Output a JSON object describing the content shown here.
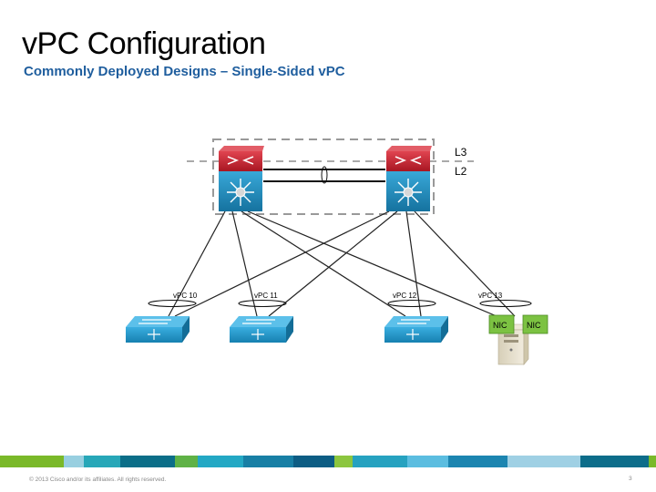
{
  "slide": {
    "title": "vPC Configuration",
    "subtitle": "Commonly Deployed Designs – Single-Sided vPC",
    "copyright": "© 2013 Cisco and/or its affiliates. All rights reserved.",
    "page_number": "3"
  },
  "diagram": {
    "layer_labels": [
      "L3",
      "L2"
    ],
    "vpc_labels": [
      "vPC 10",
      "vPC 11",
      "vPC 12",
      "vPC 13"
    ],
    "nic_labels": [
      "NIC",
      "NIC"
    ]
  },
  "colors": {
    "router_red": "#c8202f",
    "switch_blue": "#1f8fc4",
    "title_blue": "#1f5e9e",
    "nic_green": "#7cc242"
  },
  "footer_colors": [
    "#7ab929",
    "#98cfe0",
    "#27a7b8",
    "#0b6e88",
    "#5fb246",
    "#23a8c4",
    "#187fa5",
    "#0d5d84",
    "#8cc63f",
    "#26a2c0",
    "#5bbde0",
    "#1c85b0",
    "#9fd0e4",
    "#0d6d8a",
    "#7ab929"
  ]
}
